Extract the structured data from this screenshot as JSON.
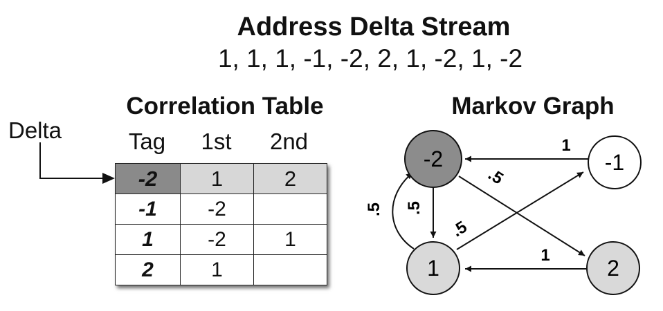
{
  "stream": {
    "title": "Address Delta Stream",
    "values": "1, 1, 1, -1, -2, 2, 1, -2, 1, -2"
  },
  "table": {
    "title": "Correlation Table",
    "delta_label": "Delta",
    "columns": [
      "Tag",
      "1st",
      "2nd"
    ],
    "rows": [
      {
        "tag": "-2",
        "first": "1",
        "second": "2",
        "highlighted": true
      },
      {
        "tag": "-1",
        "first": "-2",
        "second": ""
      },
      {
        "tag": "1",
        "first": "-2",
        "second": "1"
      },
      {
        "tag": "2",
        "first": "1",
        "second": ""
      }
    ]
  },
  "graph": {
    "title": "Markov Graph",
    "nodes": [
      {
        "id": "n-2",
        "label": "-2",
        "fill": "#8c8c8c"
      },
      {
        "id": "n-1",
        "label": "-1",
        "fill": "#ffffff"
      },
      {
        "id": "n1",
        "label": "1",
        "fill": "#d9d9d9"
      },
      {
        "id": "n2",
        "label": "2",
        "fill": "#d9d9d9"
      }
    ],
    "edges": [
      {
        "from": "n-1",
        "to": "n-2",
        "label": "1"
      },
      {
        "from": "n-2",
        "to": "n2",
        "label": ".5"
      },
      {
        "from": "n-2",
        "to": "n1",
        "label": ".5"
      },
      {
        "from": "n1",
        "to": "n-2",
        "label": ".5"
      },
      {
        "from": "n1",
        "to": "n-1",
        "label": ".5"
      },
      {
        "from": "n2",
        "to": "n1",
        "label": "1"
      }
    ]
  }
}
